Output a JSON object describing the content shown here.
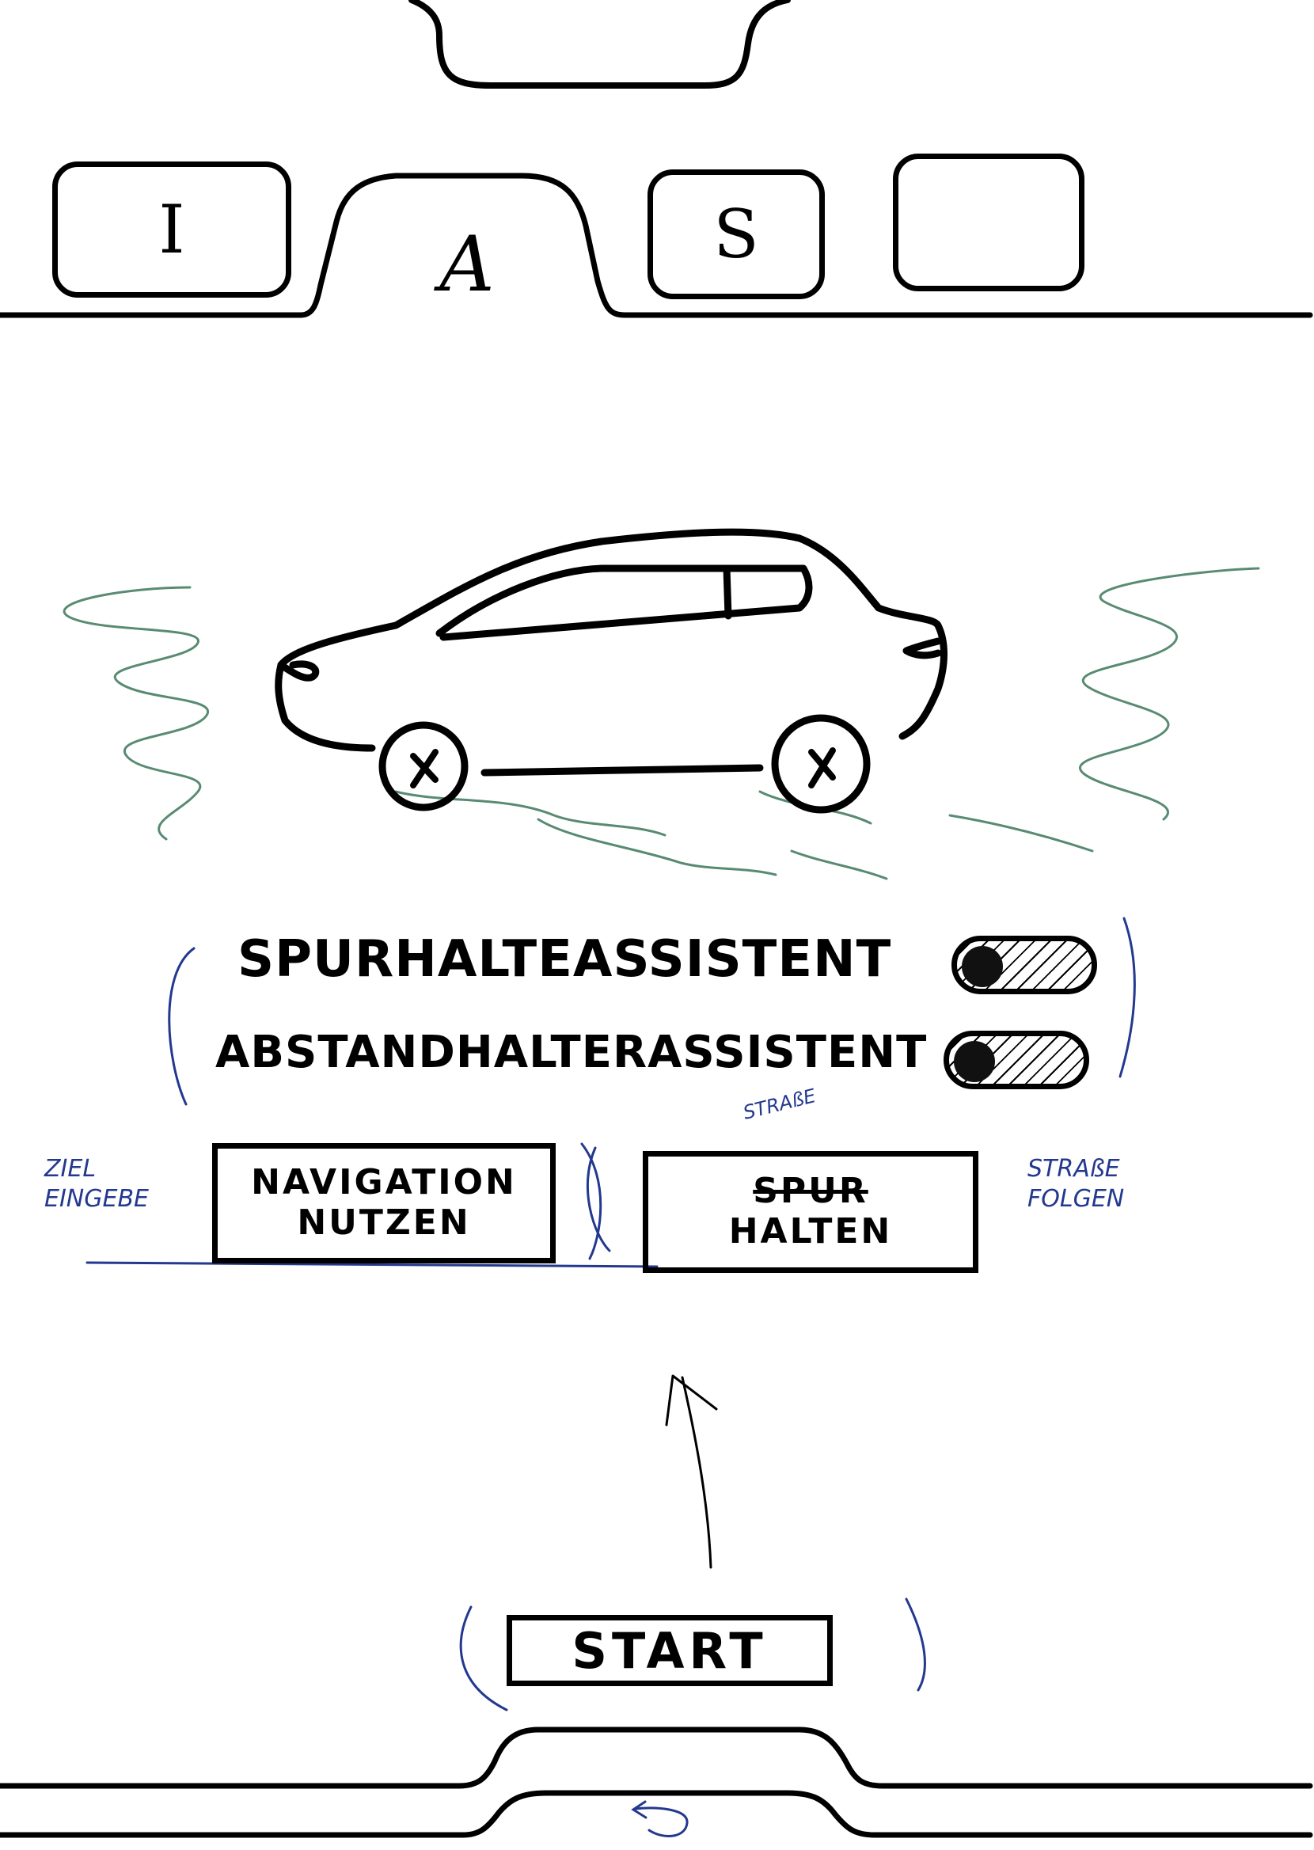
{
  "tabs": [
    {
      "id": "I",
      "label": "I",
      "active": false
    },
    {
      "id": "A",
      "label": "A",
      "active": true
    },
    {
      "id": "S",
      "label": "S",
      "active": false
    },
    {
      "id": "blank",
      "label": "",
      "active": false
    }
  ],
  "settings": [
    {
      "label": "SPURHALTEASSISTENT",
      "state": "on"
    },
    {
      "label": "ABSTANDHALTERASSISTENT",
      "state": "on"
    }
  ],
  "actions": {
    "navigation": {
      "line1": "NAVIGATION",
      "line2": "NUTZEN"
    },
    "lane": {
      "correction": "STRAßE",
      "struck": "SPUR",
      "line2": "HALTEN"
    }
  },
  "notes": {
    "left_line1": "ZIEL",
    "left_line2": "EINGEBE",
    "right_line1": "STRAßE",
    "right_line2": "FOLGEN"
  },
  "start": {
    "label": "START"
  },
  "colors": {
    "ink": "#000000",
    "note_blue": "#23388f",
    "motion_green": "#2f6e4f"
  },
  "icons": {
    "car": "car-icon",
    "motion_lines": "motion-lines-icon",
    "arrow": "arrow-up-icon",
    "back": "back-arrow-icon"
  }
}
